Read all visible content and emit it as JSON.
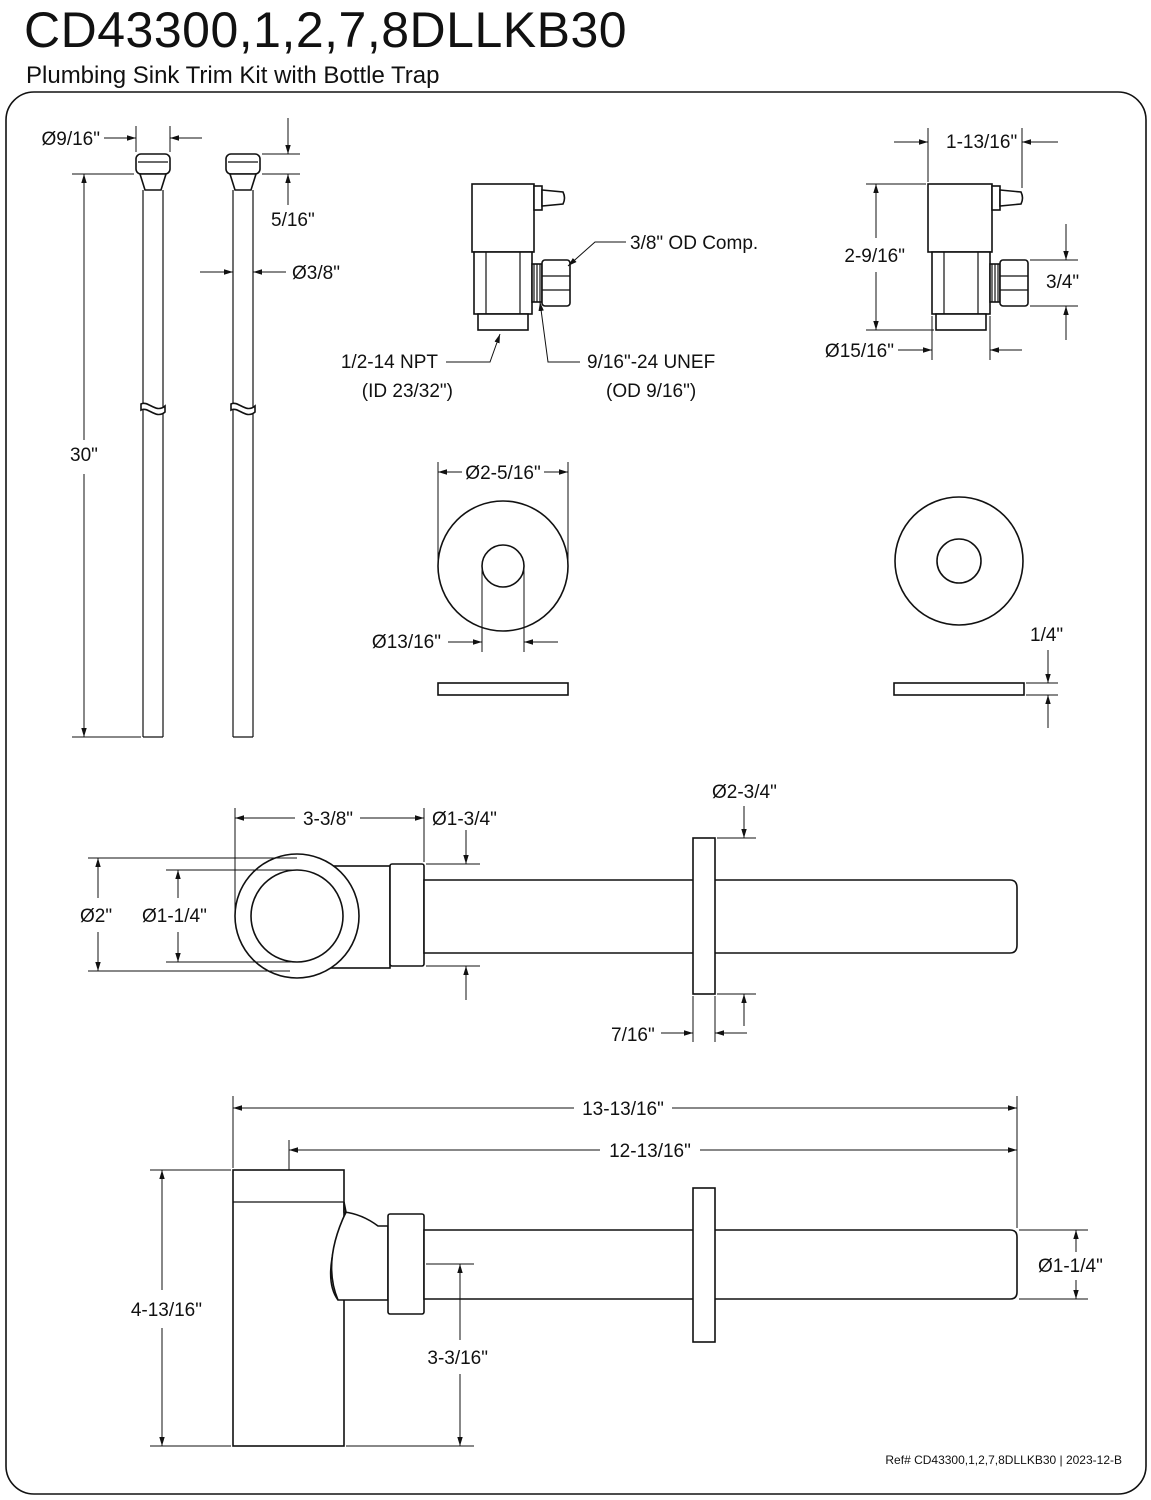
{
  "header": {
    "model": "CD43300,1,2,7,8DLLKB30",
    "subtitle": "Plumbing Sink Trim Kit with Bottle Trap"
  },
  "supply_tubes": {
    "dia_tip": "Ø9/16\"",
    "tip_height": "5/16\"",
    "dia_tube": "Ø3/8\"",
    "length": "30\""
  },
  "angle_stop_valve": {
    "outlet": "3/8\" OD Comp.",
    "inlet_line1": "1/2-14 NPT",
    "inlet_line2": "(ID 23/32\")",
    "thread_line1": "9/16\"-24 UNEF",
    "thread_line2": "(OD 9/16\")",
    "width": "1-13/16\"",
    "height": "2-9/16\"",
    "outlet_height": "3/4\"",
    "base_dia": "Ø15/16\""
  },
  "flange": {
    "outer_dia": "Ø2-5/16\"",
    "inner_dia": "Ø13/16\"",
    "thickness": "1/4\""
  },
  "bottle_trap_top": {
    "body_width": "3-3/8\"",
    "nut_dia": "Ø1-3/4\"",
    "body_dia": "Ø2\"",
    "inlet_dia": "Ø1-1/4\"",
    "escutcheon_dia": "Ø2-3/4\"",
    "escutcheon_thickness": "7/16\""
  },
  "bottle_trap_side": {
    "overall_length": "13-13/16\"",
    "tube_length": "12-13/16\"",
    "height": "4-13/16\"",
    "outlet_dia": "Ø1-1/4\"",
    "outlet_height": "3-3/16\""
  },
  "footer": {
    "ref": "Ref# CD43300,1,2,7,8DLLKB30 | 2023-12-B"
  }
}
